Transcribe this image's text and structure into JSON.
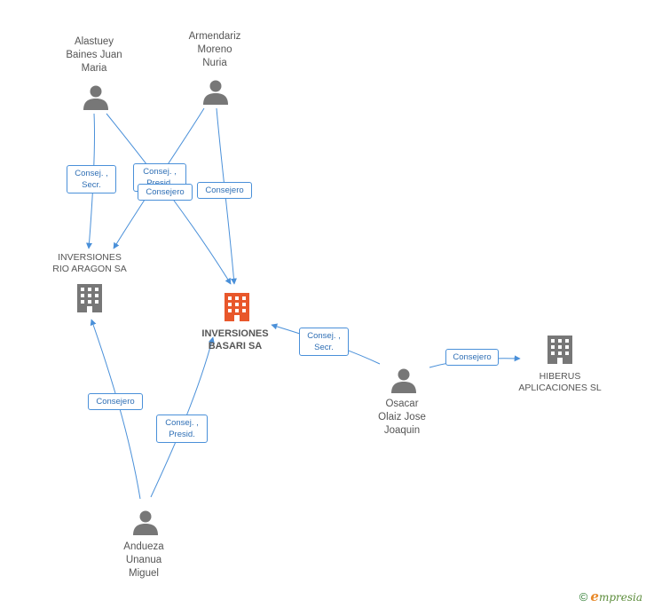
{
  "nodes": {
    "alastuey": "Alastuey\nBaines Juan\nMaria",
    "armendariz": "Armendariz\nMoreno\nNuria",
    "rio_aragon": "INVERSIONES\nRIO ARAGON SA",
    "basari": "INVERSIONES\nBASARI SA",
    "osacar": "Osacar\nOlaiz Jose\nJoaquin",
    "hiberus": "HIBERUS\nAPLICACIONES SL",
    "andueza": "Andueza\nUnanua\nMiguel"
  },
  "edges": {
    "alastuey_rio": "Consej. ,\nSecr.",
    "armendariz_rio": "Consej. ,\nPresid.",
    "alastuey_basari": "Consejero",
    "armendariz_basari": "Consejero",
    "osacar_basari": "Consej. ,\nSecr.",
    "osacar_hiberus": "Consejero",
    "andueza_rio": "Consejero",
    "andueza_basari": "Consej. ,\nPresid."
  },
  "colors": {
    "edge": "#4a90d9",
    "person_icon": "#777777",
    "company_icon": "#777777",
    "main_company_icon": "#e8572b"
  },
  "footer": {
    "copyright_symbol": "©",
    "brand_first_letter": "e",
    "brand_rest": "mpresia"
  }
}
